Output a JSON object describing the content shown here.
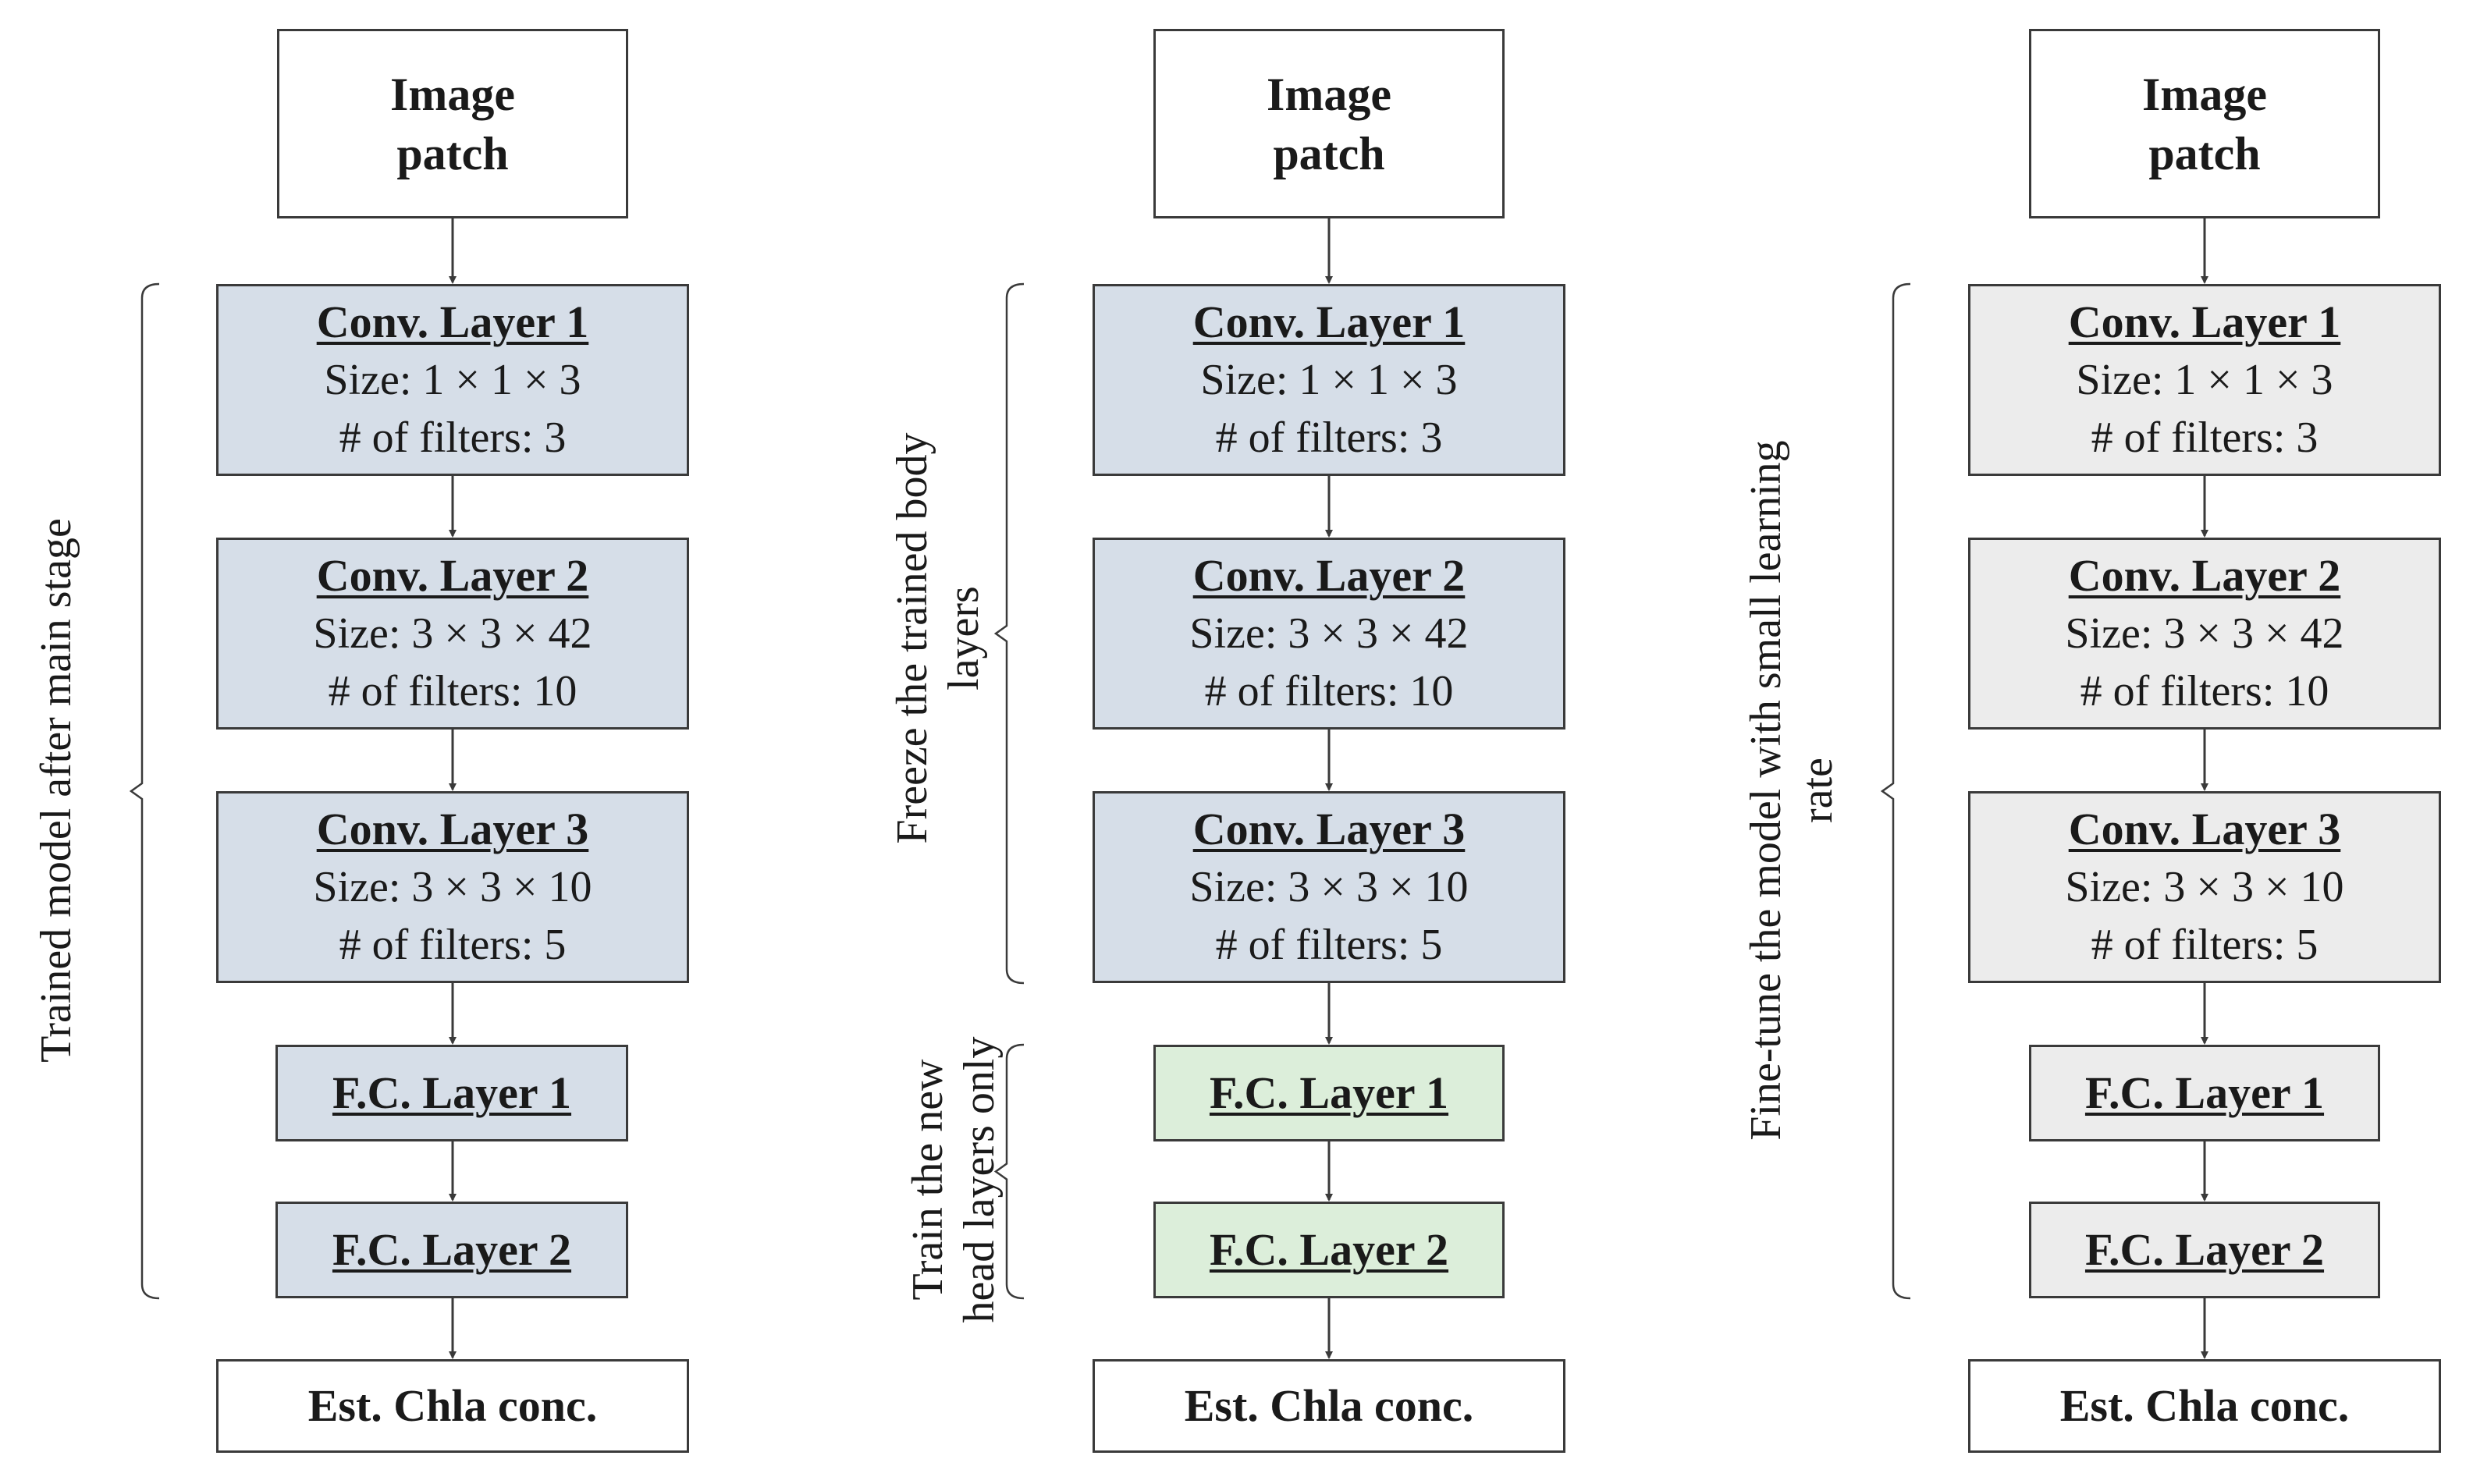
{
  "columns": [
    {
      "input": {
        "label": "Image\npatch"
      },
      "conv_layers": [
        {
          "title": "Conv. Layer 1",
          "size": "Size: 1 × 1 × 3",
          "filters": "# of filters: 3"
        },
        {
          "title": "Conv. Layer 2",
          "size": "Size: 3 × 3 × 42",
          "filters": "# of filters: 10"
        },
        {
          "title": "Conv. Layer 3",
          "size": "Size: 3 × 3 × 10",
          "filters": "# of filters: 5"
        }
      ],
      "fc_layers": [
        {
          "title": "F.C. Layer 1"
        },
        {
          "title": "F.C. Layer 2"
        }
      ],
      "output": {
        "label": "Est. Chla conc."
      },
      "bracket_labels": [
        {
          "text": "Trained model after main stage"
        }
      ],
      "fill_colors": {
        "conv": "#d6dee8",
        "fc": "#d6dee8"
      }
    },
    {
      "input": {
        "label": "Image\npatch"
      },
      "conv_layers": [
        {
          "title": "Conv. Layer 1",
          "size": "Size: 1 × 1 × 3",
          "filters": "# of filters: 3"
        },
        {
          "title": "Conv. Layer 2",
          "size": "Size: 3 × 3 × 42",
          "filters": "# of filters: 10"
        },
        {
          "title": "Conv. Layer 3",
          "size": "Size: 3 × 3 × 10",
          "filters": "# of filters: 5"
        }
      ],
      "fc_layers": [
        {
          "title": "F.C. Layer 1"
        },
        {
          "title": "F.C. Layer 2"
        }
      ],
      "output": {
        "label": "Est. Chla conc."
      },
      "bracket_labels": [
        {
          "text": "Freeze the trained body\nlayers"
        },
        {
          "text": "Train the new\nhead layers only"
        }
      ],
      "fill_colors": {
        "conv": "#d6dee8",
        "fc": "#dceeda"
      }
    },
    {
      "input": {
        "label": "Image\npatch"
      },
      "conv_layers": [
        {
          "title": "Conv. Layer 1",
          "size": "Size: 1 × 1 × 3",
          "filters": "# of filters: 3"
        },
        {
          "title": "Conv. Layer 2",
          "size": "Size: 3 × 3 × 42",
          "filters": "# of filters: 10"
        },
        {
          "title": "Conv. Layer 3",
          "size": "Size: 3 × 3 × 10",
          "filters": "# of filters: 5"
        }
      ],
      "fc_layers": [
        {
          "title": "F.C. Layer 1"
        },
        {
          "title": "F.C. Layer 2"
        }
      ],
      "output": {
        "label": "Est. Chla conc."
      },
      "bracket_labels": [
        {
          "text": "Fine-tune the model with small learning\nrate"
        }
      ],
      "fill_colors": {
        "conv": "#ececec",
        "fc": "#ececec"
      }
    }
  ],
  "colors": {
    "stroke": "#3a3a3a",
    "text": "#1a1a1a"
  }
}
